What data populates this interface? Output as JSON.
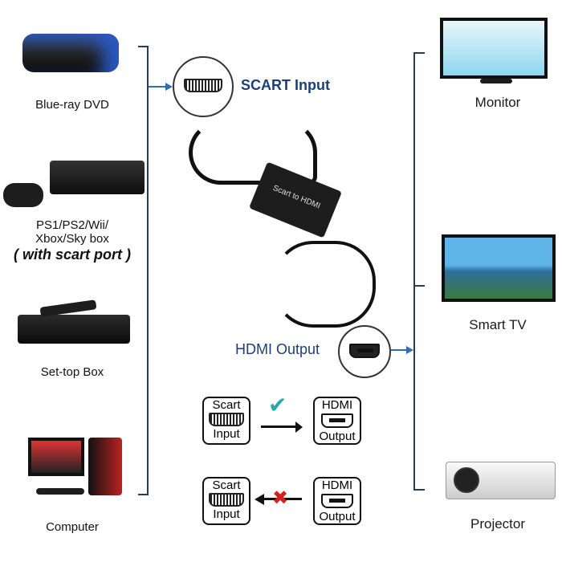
{
  "left_devices": [
    {
      "label": "Blue-ray DVD",
      "icon": "bluray-player-icon"
    },
    {
      "label": "PS1/PS2/Wii/",
      "label2": "Xbox/Sky box",
      "note": "( with scart port )",
      "icon": "game-console-icon"
    },
    {
      "label": "Set-top Box",
      "icon": "settop-box-icon"
    },
    {
      "label": "Computer",
      "icon": "computer-icon"
    }
  ],
  "right_devices": [
    {
      "label": "Monitor",
      "icon": "monitor-icon"
    },
    {
      "label": "Smart TV",
      "icon": "smart-tv-icon"
    },
    {
      "label": "Projector",
      "icon": "projector-icon"
    }
  ],
  "center": {
    "scart_input": "SCART Input",
    "hdmi_output": "HDMI Output",
    "adapter_text": "Scart to HDMI"
  },
  "legend": {
    "scart": "Scart",
    "input": "Input",
    "hdmi": "HDMI",
    "output": "Output",
    "ok_symbol": "✔",
    "no_symbol": "✖"
  },
  "colors": {
    "line": "#2a3b5a",
    "arrow": "#2f6fb0",
    "check": "#2aa8a8",
    "cross": "#d42020"
  }
}
